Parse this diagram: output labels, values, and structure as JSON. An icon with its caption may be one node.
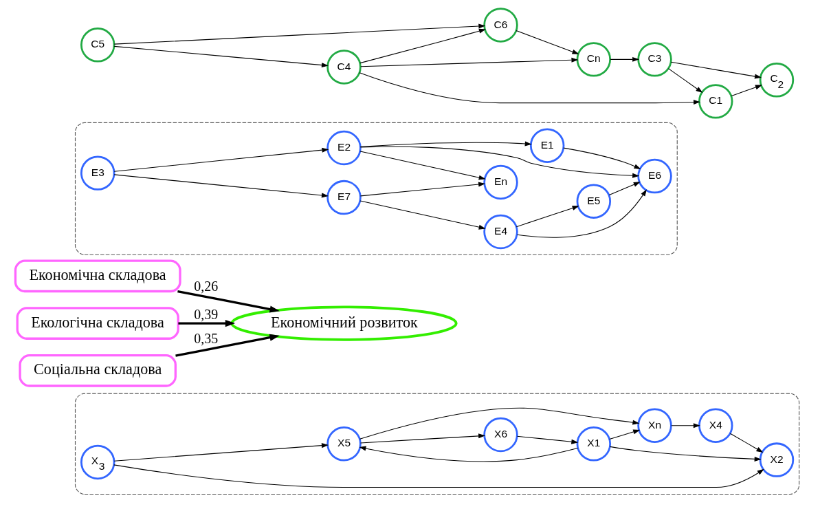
{
  "diagram": {
    "nodes": [
      {
        "text": [],
        "shape": "cloud"
      },
      {
        "text": [
          "X$_{3}$"
        ],
        "in": 0
      },
      {
        "text": [
          "X2"
        ],
        "in": 0
      },
      {
        "text": [
          "X1"
        ],
        "in": 0
      },
      {
        "text": [
          "X6"
        ],
        "in": 0
      },
      {
        "text": [
          "X5"
        ],
        "in": 0
      },
      {
        "text": [
          "X4"
        ],
        "in": 0
      },
      {
        "text": [
          "Xn"
        ],
        "in": 0
      },
      {
        "text": [
          "Економічна складова"
        ]
      },
      {
        "text": [],
        "shape": "cloud"
      },
      {
        "text": [
          "E4"
        ],
        "in": 9
      },
      {
        "text": [
          "E6"
        ],
        "in": 9
      },
      {
        "text": [
          "E3"
        ],
        "in": 9
      },
      {
        "text": [
          "En"
        ],
        "in": 9
      },
      {
        "text": [
          "E1"
        ],
        "in": 9
      },
      {
        "text": [
          "E5"
        ],
        "in": 9
      },
      {
        "text": [
          "E7"
        ],
        "in": 9
      },
      {
        "text": [
          "E2"
        ],
        "in": 9
      },
      {
        "text": [
          "Екологічна складова"
        ]
      },
      {
        "text": [
          "Економічний розвиток"
        ]
      },
      {
        "text": [
          "Соціальна складова"
        ]
      },
      {
        "text": [
          "C$_{2}$"
        ]
      },
      {
        "text": [
          "C5"
        ]
      },
      {
        "text": [
          "C3"
        ]
      },
      {
        "text": [
          "C6"
        ]
      },
      {
        "text": [
          "C1"
        ]
      },
      {
        "text": [
          "C4"
        ]
      },
      {
        "text": [
          "Cn"
        ]
      }
    ],
    "edges": [
      {
        "from": 1,
        "to": 2,
        "arrow": "to"
      },
      {
        "from": 1,
        "to": 5,
        "arrow": "to"
      },
      {
        "from": 6,
        "to": 2,
        "arrow": "to"
      },
      {
        "from": 3,
        "to": 2,
        "arrow": "to"
      },
      {
        "from": 3,
        "to": 7,
        "arrow": "to"
      },
      {
        "from": 3,
        "to": 5,
        "arrow": "to"
      },
      {
        "from": 4,
        "to": 3,
        "arrow": "to"
      },
      {
        "from": 5,
        "to": 4,
        "arrow": "to"
      },
      {
        "from": 5,
        "to": 7,
        "arrow": "to"
      },
      {
        "from": 7,
        "to": 6,
        "arrow": "to"
      },
      {
        "from": 10,
        "to": 11,
        "arrow": "to"
      },
      {
        "from": 16,
        "to": 10,
        "arrow": "to"
      },
      {
        "from": 10,
        "to": 15,
        "arrow": "to"
      },
      {
        "from": 15,
        "to": 11,
        "arrow": "to"
      },
      {
        "from": 16,
        "to": 13,
        "arrow": "to"
      },
      {
        "from": 14,
        "to": 11,
        "arrow": "to"
      },
      {
        "from": 17,
        "to": 11,
        "arrow": "to"
      },
      {
        "from": 12,
        "to": 16,
        "arrow": "to"
      },
      {
        "from": 12,
        "to": 17,
        "arrow": "to"
      },
      {
        "from": 17,
        "to": 13,
        "arrow": "to"
      },
      {
        "from": 17,
        "to": 14,
        "arrow": "to"
      },
      {
        "from": 8,
        "to": 19,
        "arrow": "to",
        "label": "0,26",
        "style": "thick"
      },
      {
        "from": 18,
        "to": 19,
        "arrow": "to",
        "label": "0,39",
        "style": "thick"
      },
      {
        "from": 20,
        "to": 19,
        "arrow": "to",
        "label": "0,35",
        "style": "thick"
      },
      {
        "from": 23,
        "to": 21,
        "arrow": "to"
      },
      {
        "from": 23,
        "to": 25,
        "arrow": "to"
      },
      {
        "from": 25,
        "to": 21,
        "arrow": "to"
      },
      {
        "from": 26,
        "to": 25,
        "arrow": "to"
      },
      {
        "from": 22,
        "to": 26,
        "arrow": "to"
      },
      {
        "from": 22,
        "to": 24,
        "arrow": "to"
      },
      {
        "from": 26,
        "to": 24,
        "arrow": "to"
      },
      {
        "from": 26,
        "to": 27,
        "arrow": "to"
      },
      {
        "from": 27,
        "to": 23,
        "arrow": "to"
      },
      {
        "from": 24,
        "to": 27,
        "arrow": "to"
      }
    ]
  }
}
